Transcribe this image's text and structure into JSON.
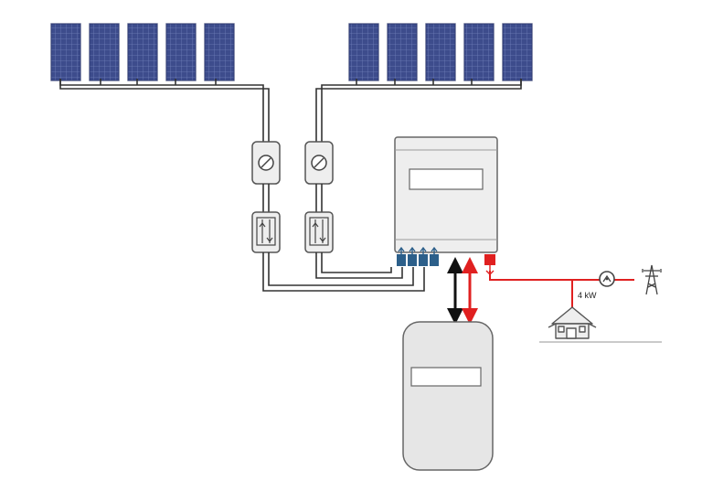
{
  "diagram": {
    "load_label": "4 kW",
    "left_array": {
      "panel_count": 5
    },
    "right_array": {
      "panel_count": 5
    },
    "inverter_terminals": {
      "dc_inputs": 4,
      "ac_outputs": 1
    },
    "colors": {
      "panel_fill": "#3d4c8c",
      "panel_grid": "#6f7fb8",
      "panel_frame": "#c9ccd6",
      "wire": "#333333",
      "dc_terminal": "#2c5f8a",
      "ac_line": "#e02020",
      "battery_link_black": "#111111",
      "battery_link_red": "#e02020",
      "equipment_fill": "#eeeeee",
      "equipment_stroke": "#555555",
      "ground_line": "#aaaaaa"
    },
    "icons": {
      "disconnect_switch": "switch-icon",
      "fuse_box": "fuse-icon",
      "energy_meter": "meter-icon",
      "utility_pylon": "pylon-icon",
      "house": "house-icon"
    }
  }
}
